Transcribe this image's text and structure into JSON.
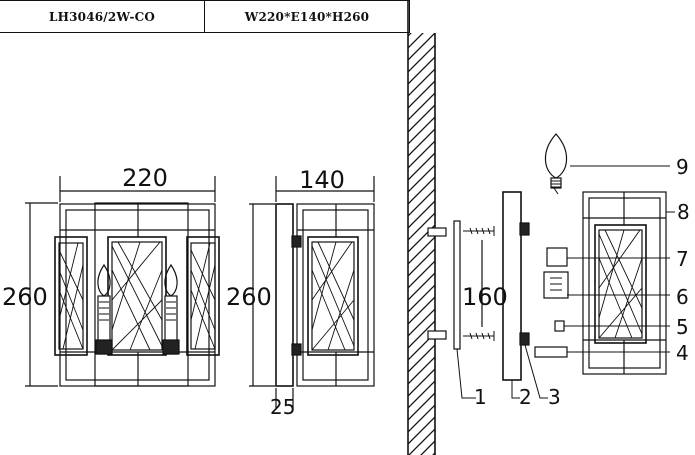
{
  "header": {
    "model_code": "LH3046/2W-CO",
    "dimensions_spec": "W220*E140*H260"
  },
  "front_view": {
    "width_label": "220",
    "height_label": "260"
  },
  "side_view": {
    "depth_label": "140",
    "height_label": "260",
    "plate_label": "25"
  },
  "exploded_view": {
    "mount_spacing_label": "160",
    "callouts": [
      "1",
      "2",
      "3",
      "4",
      "5",
      "6",
      "7",
      "8",
      "9"
    ]
  }
}
